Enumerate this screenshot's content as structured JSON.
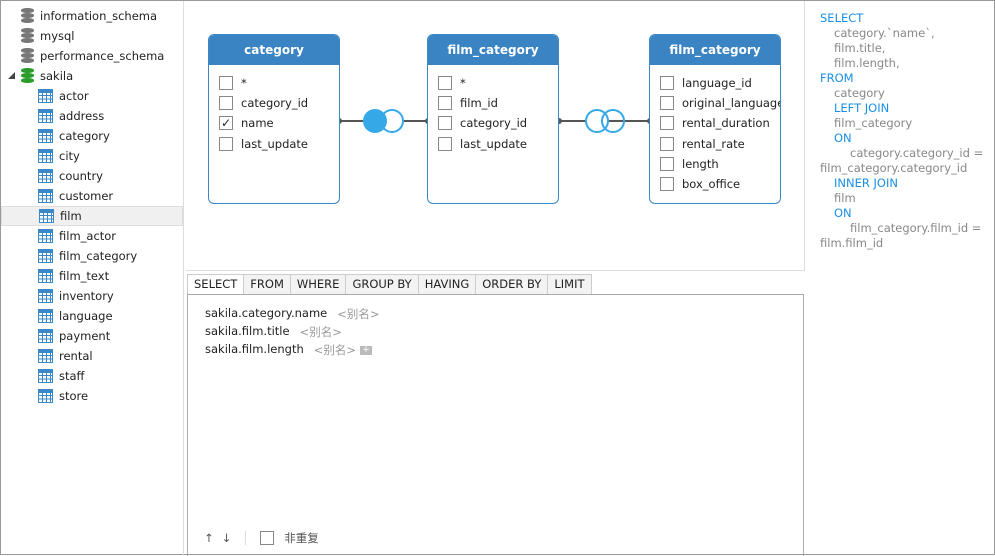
{
  "sidebar": {
    "databases": [
      "information_schema",
      "mysql",
      "performance_schema",
      "sakila"
    ],
    "tables": [
      "actor",
      "address",
      "category",
      "city",
      "country",
      "customer",
      "film",
      "film_actor",
      "film_category",
      "film_text",
      "inventory",
      "language",
      "payment",
      "rental",
      "staff",
      "store"
    ],
    "selected": "film"
  },
  "diagram": {
    "tables": [
      {
        "title": "category",
        "fields": [
          {
            "name": "*",
            "checked": false
          },
          {
            "name": "category_id",
            "checked": false
          },
          {
            "name": "name",
            "checked": true
          },
          {
            "name": "last_update",
            "checked": false
          }
        ]
      },
      {
        "title": "film_category",
        "fields": [
          {
            "name": "*",
            "checked": false
          },
          {
            "name": "film_id",
            "checked": false
          },
          {
            "name": "category_id",
            "checked": false
          },
          {
            "name": "last_update",
            "checked": false
          }
        ]
      },
      {
        "title": "film_category",
        "fields": [
          {
            "name": "language_id",
            "checked": false
          },
          {
            "name": "original_language_id",
            "checked": false
          },
          {
            "name": "rental_duration",
            "checked": false
          },
          {
            "name": "rental_rate",
            "checked": false
          },
          {
            "name": "length",
            "checked": false
          },
          {
            "name": "box_office",
            "checked": false
          }
        ]
      }
    ],
    "joins": [
      "left join",
      "inner join"
    ]
  },
  "tabs": [
    "SELECT",
    "FROM",
    "WHERE",
    "GROUP BY",
    "HAVING",
    "ORDER BY",
    "LIMIT"
  ],
  "editor": {
    "fields": [
      {
        "name": "sakila.category.name",
        "alias": "<别名>"
      },
      {
        "name": "sakila.film.title",
        "alias": "<别名>"
      },
      {
        "name": "sakila.film.length",
        "alias": "<别名>"
      }
    ],
    "distinct_label": "非重复",
    "distinct_checked": false
  },
  "sql": [
    [
      "kw",
      "SELECT",
      0
    ],
    [
      "t",
      "category.`name`,",
      1
    ],
    [
      "t",
      "film.title,",
      1
    ],
    [
      "t",
      "film.length,",
      1
    ],
    [
      "kw",
      "FROM",
      0
    ],
    [
      "t",
      "category",
      1
    ],
    [
      "kw",
      "LEFT JOIN",
      1
    ],
    [
      "t",
      "film_category",
      1
    ],
    [
      "kw",
      "ON",
      1
    ],
    [
      "t",
      "category.category_id =",
      2
    ],
    [
      "t",
      "film_category.category_id",
      0
    ],
    [
      "kw",
      "INNER JOIN",
      1
    ],
    [
      "t",
      "film",
      1
    ],
    [
      "kw",
      "ON",
      1
    ],
    [
      "t",
      "film_category.film_id =",
      2
    ],
    [
      "t",
      "film.film_id",
      0
    ]
  ],
  "colors": {
    "accent": "#3a84c4",
    "keyword": "#1a8fe6",
    "db_active": "#2a9d2a",
    "db": "#777777"
  }
}
